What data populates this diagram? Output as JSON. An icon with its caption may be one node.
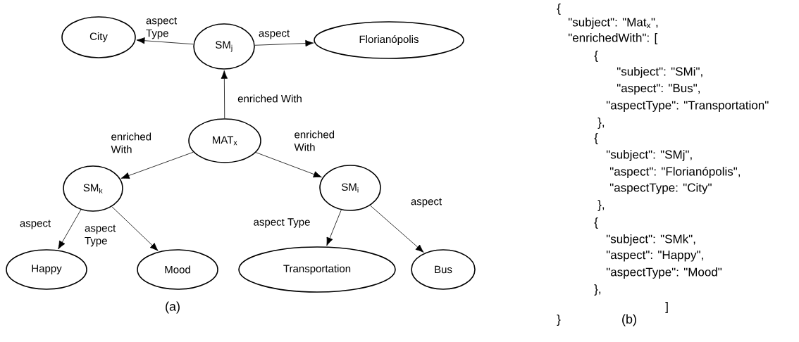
{
  "diagram": {
    "nodes": [
      {
        "text": [
          "City"
        ]
      },
      {
        "text": [
          "SM$_{j}$"
        ]
      },
      {
        "text": [
          "Florianópolis"
        ]
      },
      {
        "text": [
          "MAT$_{x}$"
        ]
      },
      {
        "text": [
          "SM$_{k}$"
        ]
      },
      {
        "text": [
          "SM$_{i}$"
        ]
      },
      {
        "text": [
          "Happy"
        ]
      },
      {
        "text": [
          "Mood"
        ]
      },
      {
        "text": [
          "Transportation"
        ]
      },
      {
        "text": [
          "Bus"
        ]
      }
    ],
    "edges": [
      {
        "from": 1,
        "to": 0,
        "arrow": "to",
        "label": "aspect Type"
      },
      {
        "from": 1,
        "to": 2,
        "arrow": "to",
        "label": "aspect"
      },
      {
        "from": 3,
        "to": 1,
        "arrow": "to",
        "label": "enriched With"
      },
      {
        "from": 3,
        "to": 4,
        "arrow": "to",
        "label": "enriched With"
      },
      {
        "from": 3,
        "to": 5,
        "arrow": "to",
        "label": "enriched With"
      },
      {
        "from": 4,
        "to": 6,
        "arrow": "to",
        "label": "aspect"
      },
      {
        "from": 4,
        "to": 7,
        "arrow": "to",
        "label": "aspect Type"
      },
      {
        "from": 5,
        "to": 8,
        "arrow": "to",
        "label": "aspect Type"
      },
      {
        "from": 5,
        "to": 9,
        "arrow": "to",
        "label": "aspect"
      }
    ],
    "labels": [
      "{",
      "\"subject\": \"Mat$_{x}$\",",
      "\"enrichedWith\": [",
      "{",
      "\"subject\": \"SMi\",",
      "\"aspect\": \"Bus\",",
      "\"aspectType\": \"Transportation\"",
      "},",
      "{",
      "\"subject\": \"SMj\",",
      "\"aspect\": \"Florianópolis\",",
      "\"aspectType: \"City\"",
      "},",
      "{",
      "\"subject\": \"SMk\",",
      "\"aspect\": \"Happy\",",
      "\"aspectType\": \"Mood\"",
      "},",
      "]",
      "}",
      "(a)",
      "(b)"
    ]
  }
}
